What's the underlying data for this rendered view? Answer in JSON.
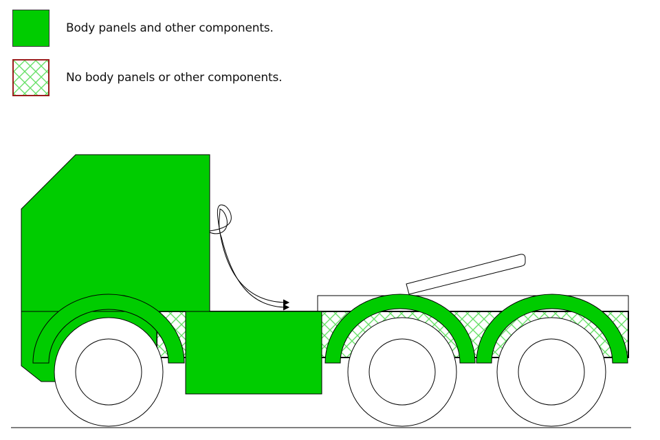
{
  "legend": {
    "solid_label": "Body panels and other components.",
    "hatched_label": "No body panels or other components."
  },
  "colors": {
    "panel_green": "#00cc00",
    "hatch_green": "#66e066",
    "outline": "#000000",
    "hatched_swatch_border": "#9b1c1c"
  },
  "diagram": {
    "subject": "tractor-unit-side-view",
    "axles": 3
  }
}
